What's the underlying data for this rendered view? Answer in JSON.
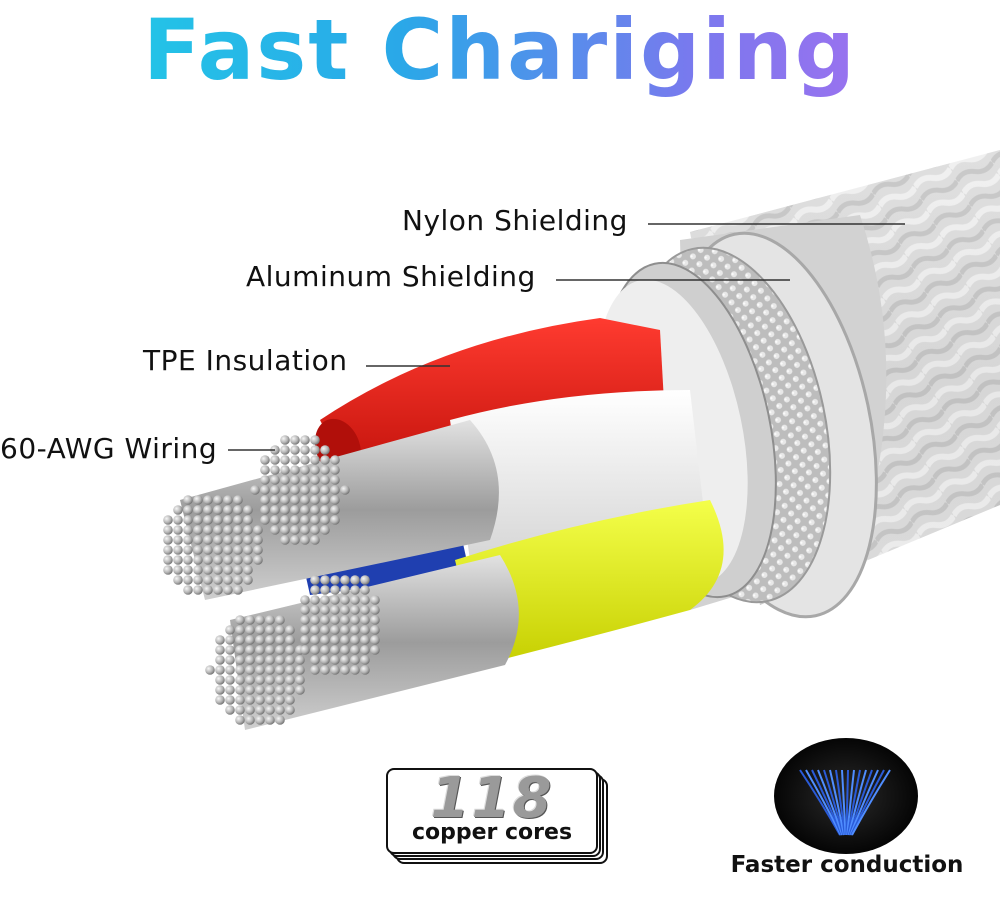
{
  "title": "Fast Chariging",
  "callouts": {
    "nylon": "Nylon Shielding",
    "aluminum": "Aluminum Shielding",
    "tpe": "TPE Insulation",
    "wiring": "60-AWG Wiring"
  },
  "badge": {
    "number": "118",
    "caption": "copper cores"
  },
  "conduction_label": "Faster conduction",
  "colors": {
    "title_gradient_start": "#20d2e6",
    "title_gradient_end": "#b46df0",
    "red_wire": "#e8221c",
    "white_wire": "#f4f4f4",
    "yellow_wire": "#e8f21a",
    "blue_wire": "#1f3fb0",
    "copper_strands": "#b9b9b9"
  }
}
